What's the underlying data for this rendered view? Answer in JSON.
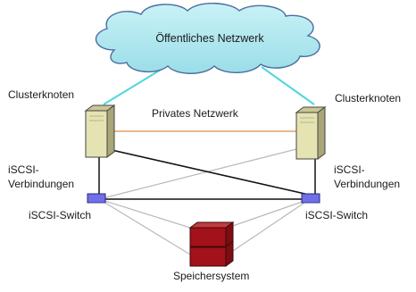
{
  "cloud": {
    "label": "Öffentliches Netzwerk"
  },
  "private_network": {
    "label": "Privates Netzwerk"
  },
  "nodes": [
    {
      "label": "Clusterknoten"
    },
    {
      "label": "Clusterknoten"
    }
  ],
  "connections": [
    {
      "line1": "iSCSI-",
      "line2": "Verbindungen"
    },
    {
      "line1": "iSCSI-",
      "line2": "Verbindungen"
    }
  ],
  "switches": [
    {
      "label": "iSCSI-Switch"
    },
    {
      "label": "iSCSI-Switch"
    }
  ],
  "storage": {
    "label": "Speichersystem"
  },
  "colors": {
    "cloud_fill": "#a9e6ef",
    "cloud_stroke": "#4a6f9f",
    "public_link": "#4fd6e0",
    "private_link": "#e2a069",
    "server_front": "#e5e3b2",
    "server_side": "#a9a677",
    "switch_fill": "#6f6fe6",
    "storage_fill": "#a3111a",
    "iscsi_link": "#111111",
    "storage_link": "#b9b9b9"
  }
}
